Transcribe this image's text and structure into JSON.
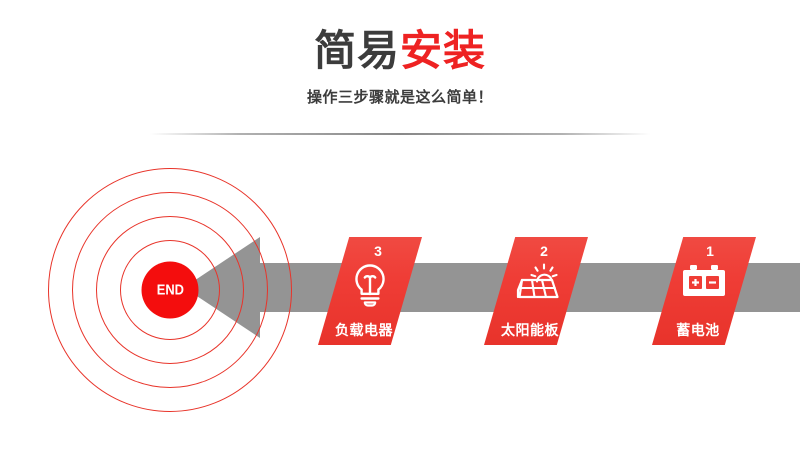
{
  "header": {
    "title_dark": "简易",
    "title_accent": "安装",
    "subtitle": "操作三步骤就是这么简单！"
  },
  "colors": {
    "accent_red": "#ee2222",
    "step_red": "#ef3d36",
    "end_dot_red": "#f40d0d",
    "ring_red": "#e8342a",
    "flow_gray": "#949494",
    "title_dark": "#3c3c3c"
  },
  "flow": {
    "direction": "right-to-left",
    "end_marker": {
      "label": "END",
      "rings": 4
    },
    "steps": [
      {
        "number": "1",
        "label": "蓄电池",
        "icon": "battery-icon"
      },
      {
        "number": "2",
        "label": "太阳能板",
        "icon": "solar-panel-icon"
      },
      {
        "number": "3",
        "label": "负载电器",
        "icon": "light-bulb-icon"
      }
    ]
  }
}
